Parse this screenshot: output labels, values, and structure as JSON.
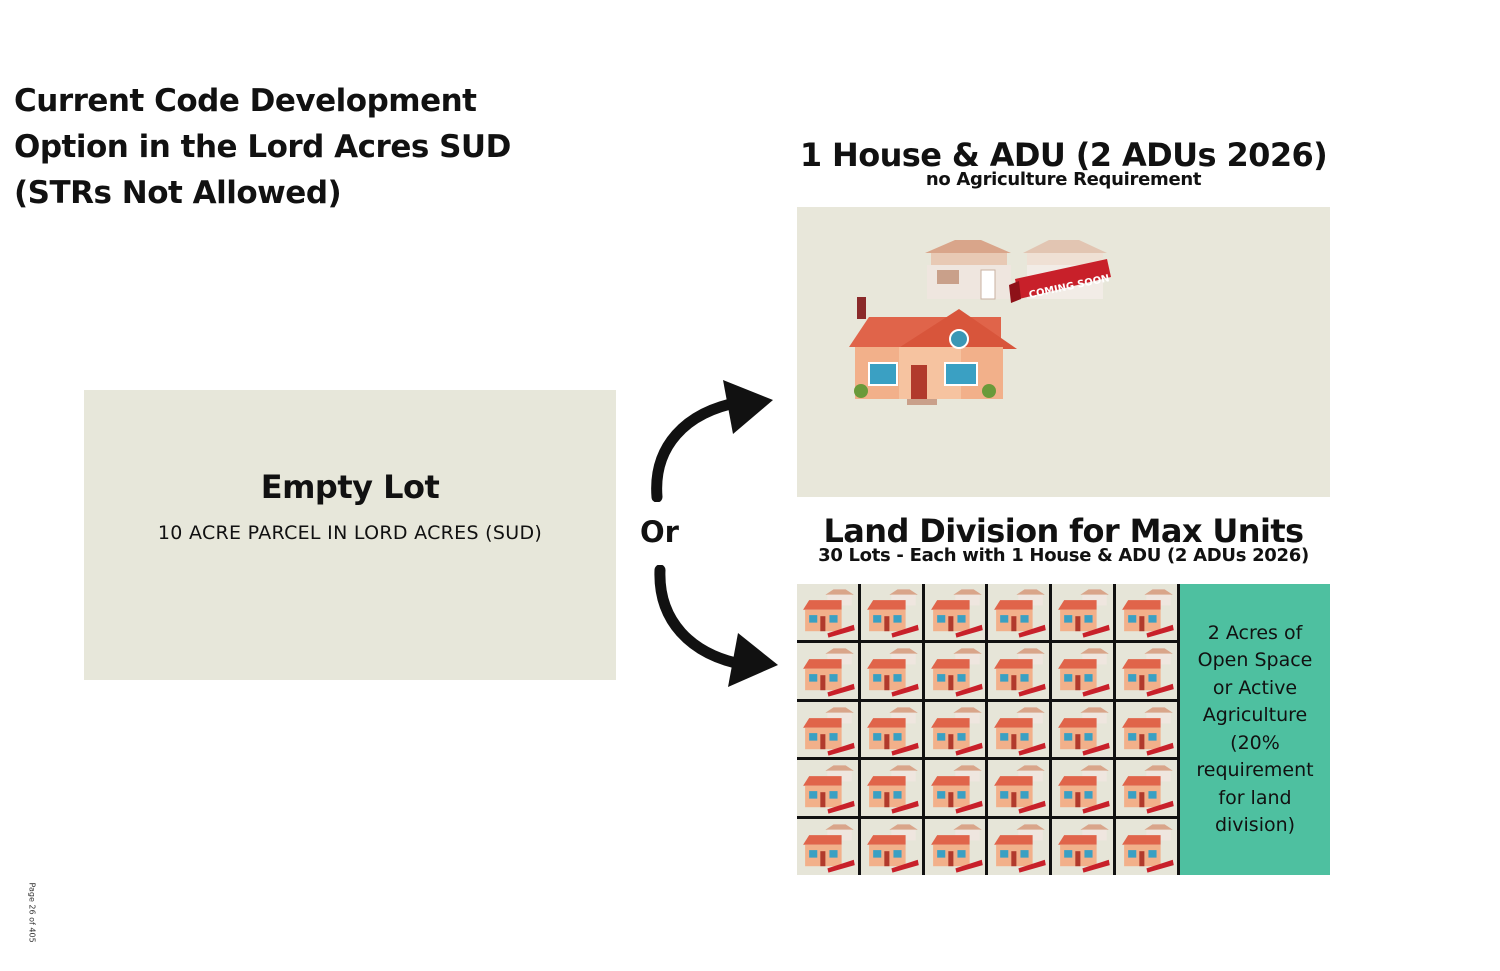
{
  "title_lines": [
    "Current Code Development",
    "Option in the Lord Acres SUD",
    "(STRs Not Allowed)"
  ],
  "empty_lot": {
    "title": "Empty Lot",
    "subtitle": "10 ACRE PARCEL IN LORD ACRES (SUD)"
  },
  "connector": "Or",
  "option1": {
    "title": "1 House & ADU (2 ADUs 2026)",
    "subtitle": "no Agriculture Requirement",
    "banner": "COMING SOON"
  },
  "option2": {
    "title": "Land Division for Max Units",
    "subtitle": "30 Lots - Each with 1 House & ADU (2 ADUs 2026)",
    "lot_count": 30,
    "open_space_lines": [
      "2 Acres of",
      "Open Space",
      "or Active",
      "Agriculture",
      "(20%",
      "requirement",
      "for land",
      "division)"
    ]
  },
  "page_number": "Page 26 of 405",
  "colors": {
    "panel": "#e7e7da",
    "open_space": "#4ec0a0",
    "roof": "#e0644a",
    "wall": "#f2b08a",
    "banner": "#c8202a"
  }
}
